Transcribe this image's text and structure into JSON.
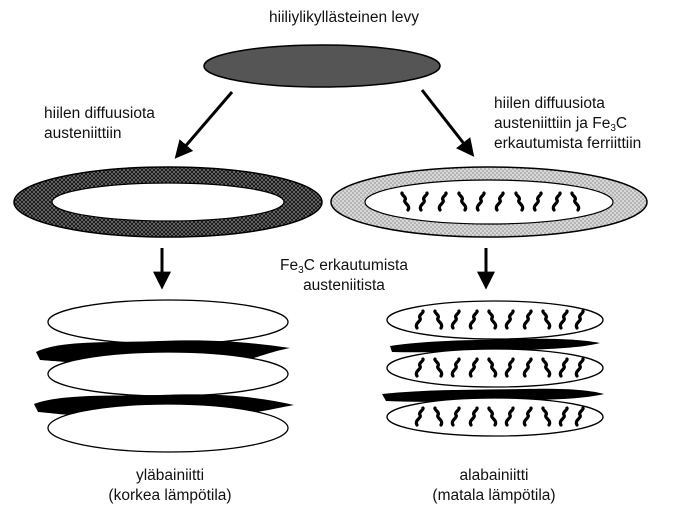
{
  "title": "hiiliylikyllästeinen levy",
  "left_branch": {
    "label_lines": [
      "hiilen diffuusiota",
      "austeniittiin"
    ]
  },
  "right_branch": {
    "label_line1": "hiilen diffuusiota",
    "label_line2_prefix": "austeniittiin ja Fe",
    "label_line2_sub": "3",
    "label_line2_suffix": "C",
    "label_line3": "erkautumista ferriittiin"
  },
  "middle_label": {
    "line1_prefix": "Fe",
    "line1_sub": "3",
    "line1_suffix": "C erkautumista",
    "line2": "austeniitista"
  },
  "results": {
    "upper": {
      "name": "yläbainiitti",
      "note": "(korkea lämpötila)"
    },
    "lower": {
      "name": "alabainiitti",
      "note": "(matala lämpötila)"
    }
  },
  "colors": {
    "plate": "#555555",
    "stroke": "#000000",
    "dark_ring": "#4a4a4a",
    "light_ring": "#c2c2c2",
    "carbide": "#000000"
  },
  "icons": [
    "arrow-down-left-icon",
    "arrow-down-right-icon",
    "arrow-down-icon"
  ]
}
